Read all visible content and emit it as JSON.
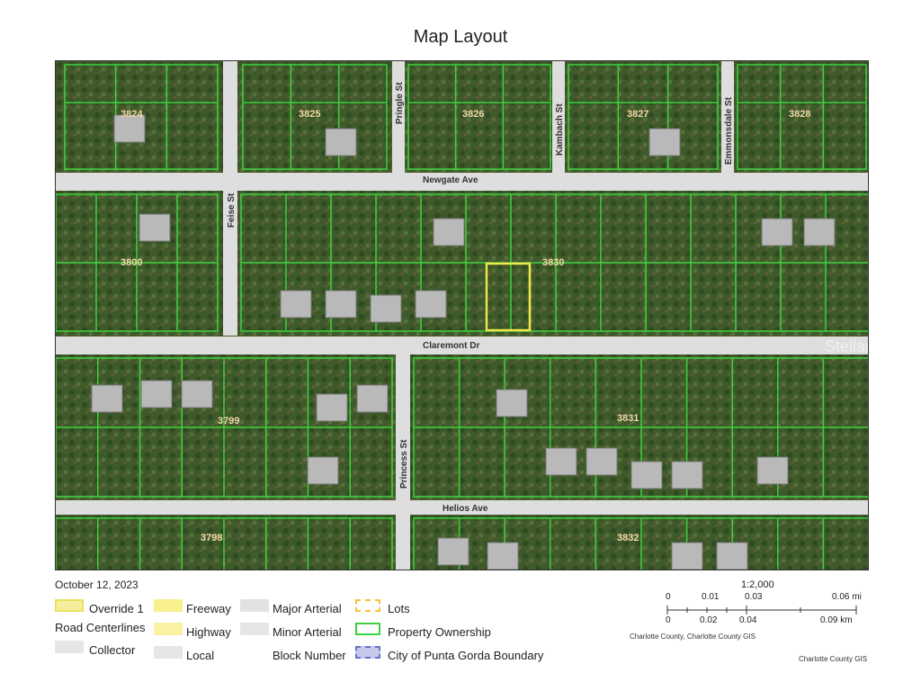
{
  "title": "Map Layout",
  "date": "October 12, 2023",
  "streets": {
    "newgate": "Newgate Ave",
    "claremont": "Claremont Dr",
    "helios": "Helios Ave",
    "feise": "Feise St",
    "pringle": "Pringle St",
    "kambach": "Kambach St",
    "emmonsdale": "Emmonsdale St",
    "princess": "Princess St"
  },
  "blocks": [
    "3824",
    "3825",
    "3826",
    "3827",
    "3828",
    "3800",
    "3830",
    "3799",
    "3831",
    "3798",
    "3832"
  ],
  "watermark": "Stellar MLS",
  "legend": {
    "override": "Override 1",
    "road_centerlines": "Road Centerlines",
    "collector": "Collector",
    "freeway": "Freeway",
    "highway": "Highway",
    "local": "Local",
    "major_arterial": "Major Arterial",
    "minor_arterial": "Minor Arterial",
    "block_number": "Block Number",
    "lots": "Lots",
    "property_ownership": "Property Ownership",
    "city_boundary": "City of Punta Gorda Boundary"
  },
  "scale": {
    "ratio": "1:2,000",
    "mi_ticks": [
      "0",
      "0.01",
      "0.03",
      "0.06 mi"
    ],
    "km_ticks": [
      "0",
      "0.02",
      "0.04",
      "0.09 km"
    ]
  },
  "credits": {
    "left": "Charlotte County, Charlotte County GIS",
    "right": "Charlotte County GIS"
  },
  "colors": {
    "parcel_line": "#3fd13f",
    "lot_label": "#f2e64a",
    "highlight": "#f0e84a",
    "road": "#e3e3e3"
  }
}
